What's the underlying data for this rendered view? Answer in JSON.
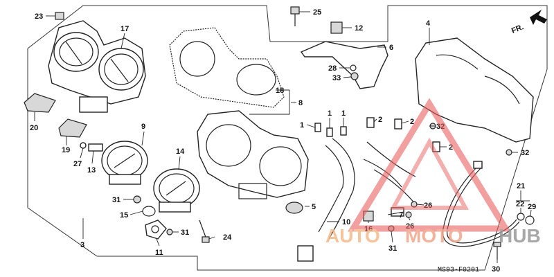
{
  "diagram": {
    "orientation_label": "FR.",
    "figure_code": "MS93-F0201",
    "callouts": {
      "c23": "23",
      "c17": "17",
      "c20": "20",
      "c19": "19",
      "c9": "9",
      "c27": "27",
      "c13": "13",
      "c14": "14",
      "c31a": "31",
      "c15": "15",
      "c31b": "31",
      "c11": "11",
      "c3": "3",
      "c24": "24",
      "c18": "18",
      "c8": "8",
      "c5": "5",
      "c25": "25",
      "c12": "12",
      "c6": "6",
      "c28": "28",
      "c33": "33",
      "c4": "4",
      "c1a": "1",
      "c1b": "1",
      "c1c": "1",
      "c2a": "2",
      "c2b": "2",
      "c2c": "2",
      "c32a": "32",
      "c32b": "32",
      "c10": "10",
      "c7": "7",
      "c16": "16",
      "c26a": "26",
      "c26b": "26",
      "c31c": "31",
      "c21": "21",
      "c22": "22",
      "c29": "29",
      "c30": "30"
    }
  },
  "watermark": {
    "text_a": "AUTO",
    "text_b": "MOTO",
    "text_c": "HUB",
    "color_orange": "#f5b98a",
    "color_red": "#e86060",
    "color_gray": "#9a9a9a"
  }
}
